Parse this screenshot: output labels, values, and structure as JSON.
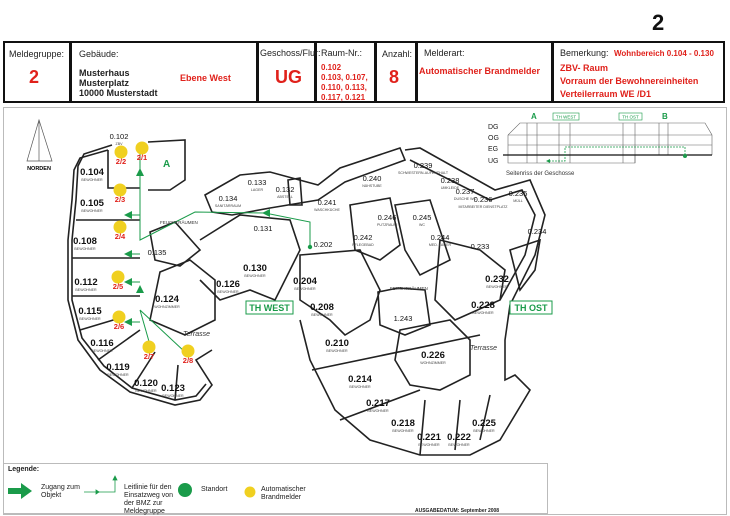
{
  "page_number": "2",
  "header": {
    "meldegruppe_label": "Meldegruppe:",
    "meldegruppe_value": "2",
    "gebaeude_label": "Gebäude:",
    "gebaeude_lines": [
      "Musterhaus",
      "Musterplatz",
      "10000 Musterstadt"
    ],
    "ebene": "Ebene West",
    "geschoss_label": "Geschoss/Flur:",
    "geschoss_value": "UG",
    "raum_label": "Raum-Nr.:",
    "raum_lines": [
      "0.102",
      "0.103, 0.107,",
      "0.110, 0.113,",
      "0.117, 0.121"
    ],
    "anzahl_label": "Anzahl:",
    "anzahl_value": "8",
    "melderart_label": "Melderart:",
    "melderart_value": "Automatischer Brandmelder",
    "bemerkung_label": "Bemerkung:",
    "bemerkung_head": "Wohnbereich 0.104 - 0.130",
    "bemerkung_lines": [
      "ZBV- Raum",
      "Vorraum der Bewohnereinheiten",
      "Verteilerraum WE /D1"
    ]
  },
  "north": "NORDEN",
  "section": {
    "floors": [
      "DG",
      "OG",
      "EG",
      "UG"
    ],
    "a": "A",
    "b": "B",
    "th_west": "TH WEST",
    "th_ost": "TH OST",
    "caption": "Seitenriss der Geschosse"
  },
  "plan": {
    "entrance": "A",
    "th_west": "TH WEST",
    "th_ost": "TH OST",
    "terrasse": "Terrasse",
    "feucht_west": "FEUCHTRÄUMEN",
    "feucht_mid": "FEUCHTRÄUMEN",
    "rooms": [
      {
        "num": "0.102",
        "label": "ZBV"
      },
      {
        "num": "0.104",
        "label": "BEWOHNER"
      },
      {
        "num": "0.105",
        "label": "BEWOHNER"
      },
      {
        "num": "0.108",
        "label": "BEWOHNER"
      },
      {
        "num": "0.112",
        "label": "BEWOHNER"
      },
      {
        "num": "0.115",
        "label": "BEWOHNER"
      },
      {
        "num": "0.116",
        "label": "BEWOHNER"
      },
      {
        "num": "0.119",
        "label": "BEWOHNER"
      },
      {
        "num": "0.120",
        "label": "BEWOHNER"
      },
      {
        "num": "0.123",
        "label": "BEWOHNER"
      },
      {
        "num": "0.124",
        "label": "WOHNZIMMER"
      },
      {
        "num": "0.126",
        "label": "BEWOHNER"
      },
      {
        "num": "0.130",
        "label": "BEWOHNER"
      },
      {
        "num": "0.131",
        "label": ""
      },
      {
        "num": "0.135",
        "label": ""
      },
      {
        "num": "0.133",
        "label": "LAGER"
      },
      {
        "num": "0.132",
        "label": "ABSTELL"
      },
      {
        "num": "0.134",
        "label": "SANITÄRRAUM"
      },
      {
        "num": "0.241",
        "label": "WASCHKÜCHE"
      },
      {
        "num": "0.240",
        "label": "NÄHSTUBE"
      },
      {
        "num": "0.246",
        "label": "PUTZRAUM"
      },
      {
        "num": "0.242",
        "label": "PFLEGEBAD"
      },
      {
        "num": "0.202",
        "label": ""
      },
      {
        "num": "0.204",
        "label": "BEWOHNER"
      },
      {
        "num": "0.208",
        "label": "BEWOHNER"
      },
      {
        "num": "0.239",
        "label": "SCHWESTERN-AUFENTHALT"
      },
      {
        "num": "0.238",
        "label": "UMKLEIDE"
      },
      {
        "num": "0.237",
        "label": "DUSCHE WC"
      },
      {
        "num": "0.236",
        "label": "MITARBEITER DIENSTPLATZ"
      },
      {
        "num": "0.235",
        "label": "MÜLL"
      },
      {
        "num": "0.245",
        "label": "WC"
      },
      {
        "num": "0.244",
        "label": "MED. LAGER"
      },
      {
        "num": "0.233",
        "label": ""
      },
      {
        "num": "0.234",
        "label": ""
      },
      {
        "num": "0.232",
        "label": "BEWOHNER"
      },
      {
        "num": "0.228",
        "label": "BEWOHNER"
      },
      {
        "num": "1.243",
        "label": ""
      },
      {
        "num": "0.210",
        "label": "BEWOHNER"
      },
      {
        "num": "0.226",
        "label": "WOHNZIMMER"
      },
      {
        "num": "0.214",
        "label": "BEWOHNER"
      },
      {
        "num": "0.217",
        "label": "BEWOHNER"
      },
      {
        "num": "0.218",
        "label": "BEWOHNER"
      },
      {
        "num": "0.221",
        "label": "BEWOHNER"
      },
      {
        "num": "0.222",
        "label": "BEWOHNER"
      },
      {
        "num": "0.225",
        "label": "BEWOHNER"
      }
    ],
    "detectors": [
      "2/1",
      "2/2",
      "2/3",
      "2/4",
      "2/5",
      "2/6",
      "2/7",
      "2/8"
    ]
  },
  "legend": {
    "title": "Legende:",
    "zugang": "Zugang zum Objekt",
    "leitlinie": "Leitlinie für den Einsatzweg von der BMZ zur Meldegruppe",
    "standort": "Standort",
    "melder": "Automatischer Brandmelder",
    "ausgabe": "AUSGABEDATUM:  September 2008"
  },
  "colors": {
    "red": "#e0211b",
    "green": "#1a9b4a",
    "detector": "#f0d020"
  }
}
